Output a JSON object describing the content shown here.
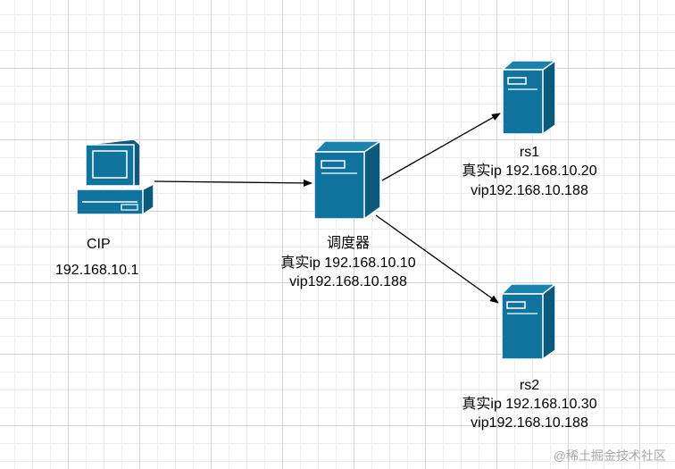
{
  "client": {
    "name": "CIP",
    "ip": "192.168.10.1",
    "icon": "desktop-computer-icon"
  },
  "scheduler": {
    "name": "调度器",
    "real_ip": "真实ip 192.168.10.10",
    "vip": "vip192.168.10.188",
    "icon": "server-icon"
  },
  "rs1": {
    "name": "rs1",
    "real_ip": "真实ip 192.168.10.20",
    "vip": "vip192.168.10.188",
    "icon": "server-icon"
  },
  "rs2": {
    "name": "rs2",
    "real_ip": "真实ip 192.168.10.30",
    "vip": "vip192.168.10.188",
    "icon": "server-icon"
  },
  "watermark": "@稀土掘金技术社区",
  "colors": {
    "icon_fill": "#10739e",
    "icon_dark": "#0b5a7c",
    "icon_stroke": "#ffffff",
    "arrow": "#000000"
  }
}
